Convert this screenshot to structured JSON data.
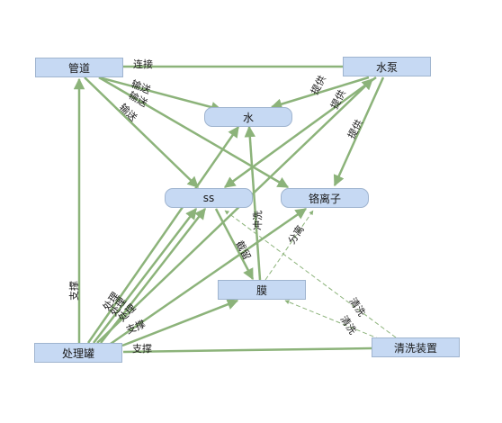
{
  "nodes": {
    "guandao": "管道",
    "shuibeng": "水泵",
    "shui": "水",
    "ss": "ss",
    "gelizi": "铬离子",
    "mo": "膜",
    "chuliguan": "处理罐",
    "qingxi": "清洗装置"
  },
  "edges": {
    "lianjie": "连接",
    "shusong1": "输送",
    "shusong2": "输送",
    "shusong3": "输送",
    "tigong1": "提供",
    "tigong2": "提供",
    "tigong3": "提供",
    "chongxi": "冲洗",
    "zhidang": "截留",
    "fenli": "分离",
    "zhicheng1": "支撑",
    "zhicheng2": "支撑",
    "zhicheng3": "支撑",
    "qingxi1": "清洗",
    "qingxi2": "清洗",
    "chuli1": "处理",
    "chuli2": "处理",
    "chuli3": "处理"
  },
  "colors": {
    "edge": "#8cb37a",
    "dashed": "#8cb37a",
    "node_fill": "#c6d9f3",
    "node_border": "#9fb4cf"
  }
}
